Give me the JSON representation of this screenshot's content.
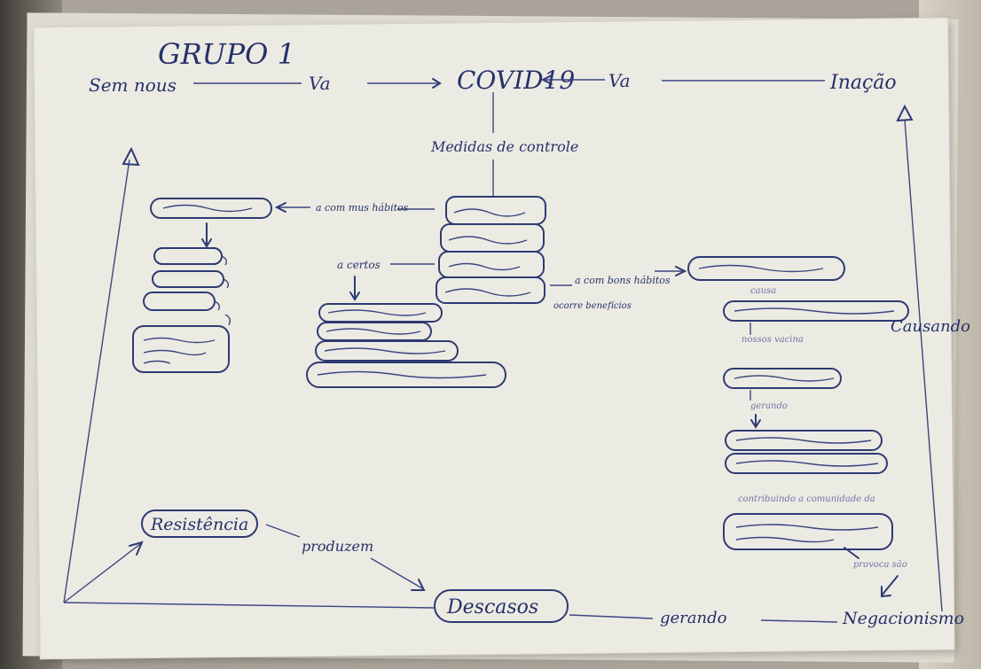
{
  "title": "GRUPO 1",
  "top_row": {
    "left": "Sem nous",
    "left_link": "Va",
    "center": "COVID19",
    "right_link": "Va",
    "right": "Inação"
  },
  "center_label": "Medidas de controle",
  "measures_links": {
    "left": "a com mus hábitos",
    "middle": "a certos",
    "right": "a com bons hábitos",
    "right_sub": "ocorre benefícios"
  },
  "side_labels": {
    "right": "Causando",
    "bottom_link": "produzem",
    "bottom_right_link": "gerando"
  },
  "bottom": {
    "left": "Resistência",
    "center": "Descasos",
    "right": "Negacionismo"
  },
  "right_column_links": {
    "a": "causa",
    "b": "nossos vacina",
    "c": "gerando",
    "d": "contribuindo a comunidade da",
    "e": "provoca são"
  }
}
